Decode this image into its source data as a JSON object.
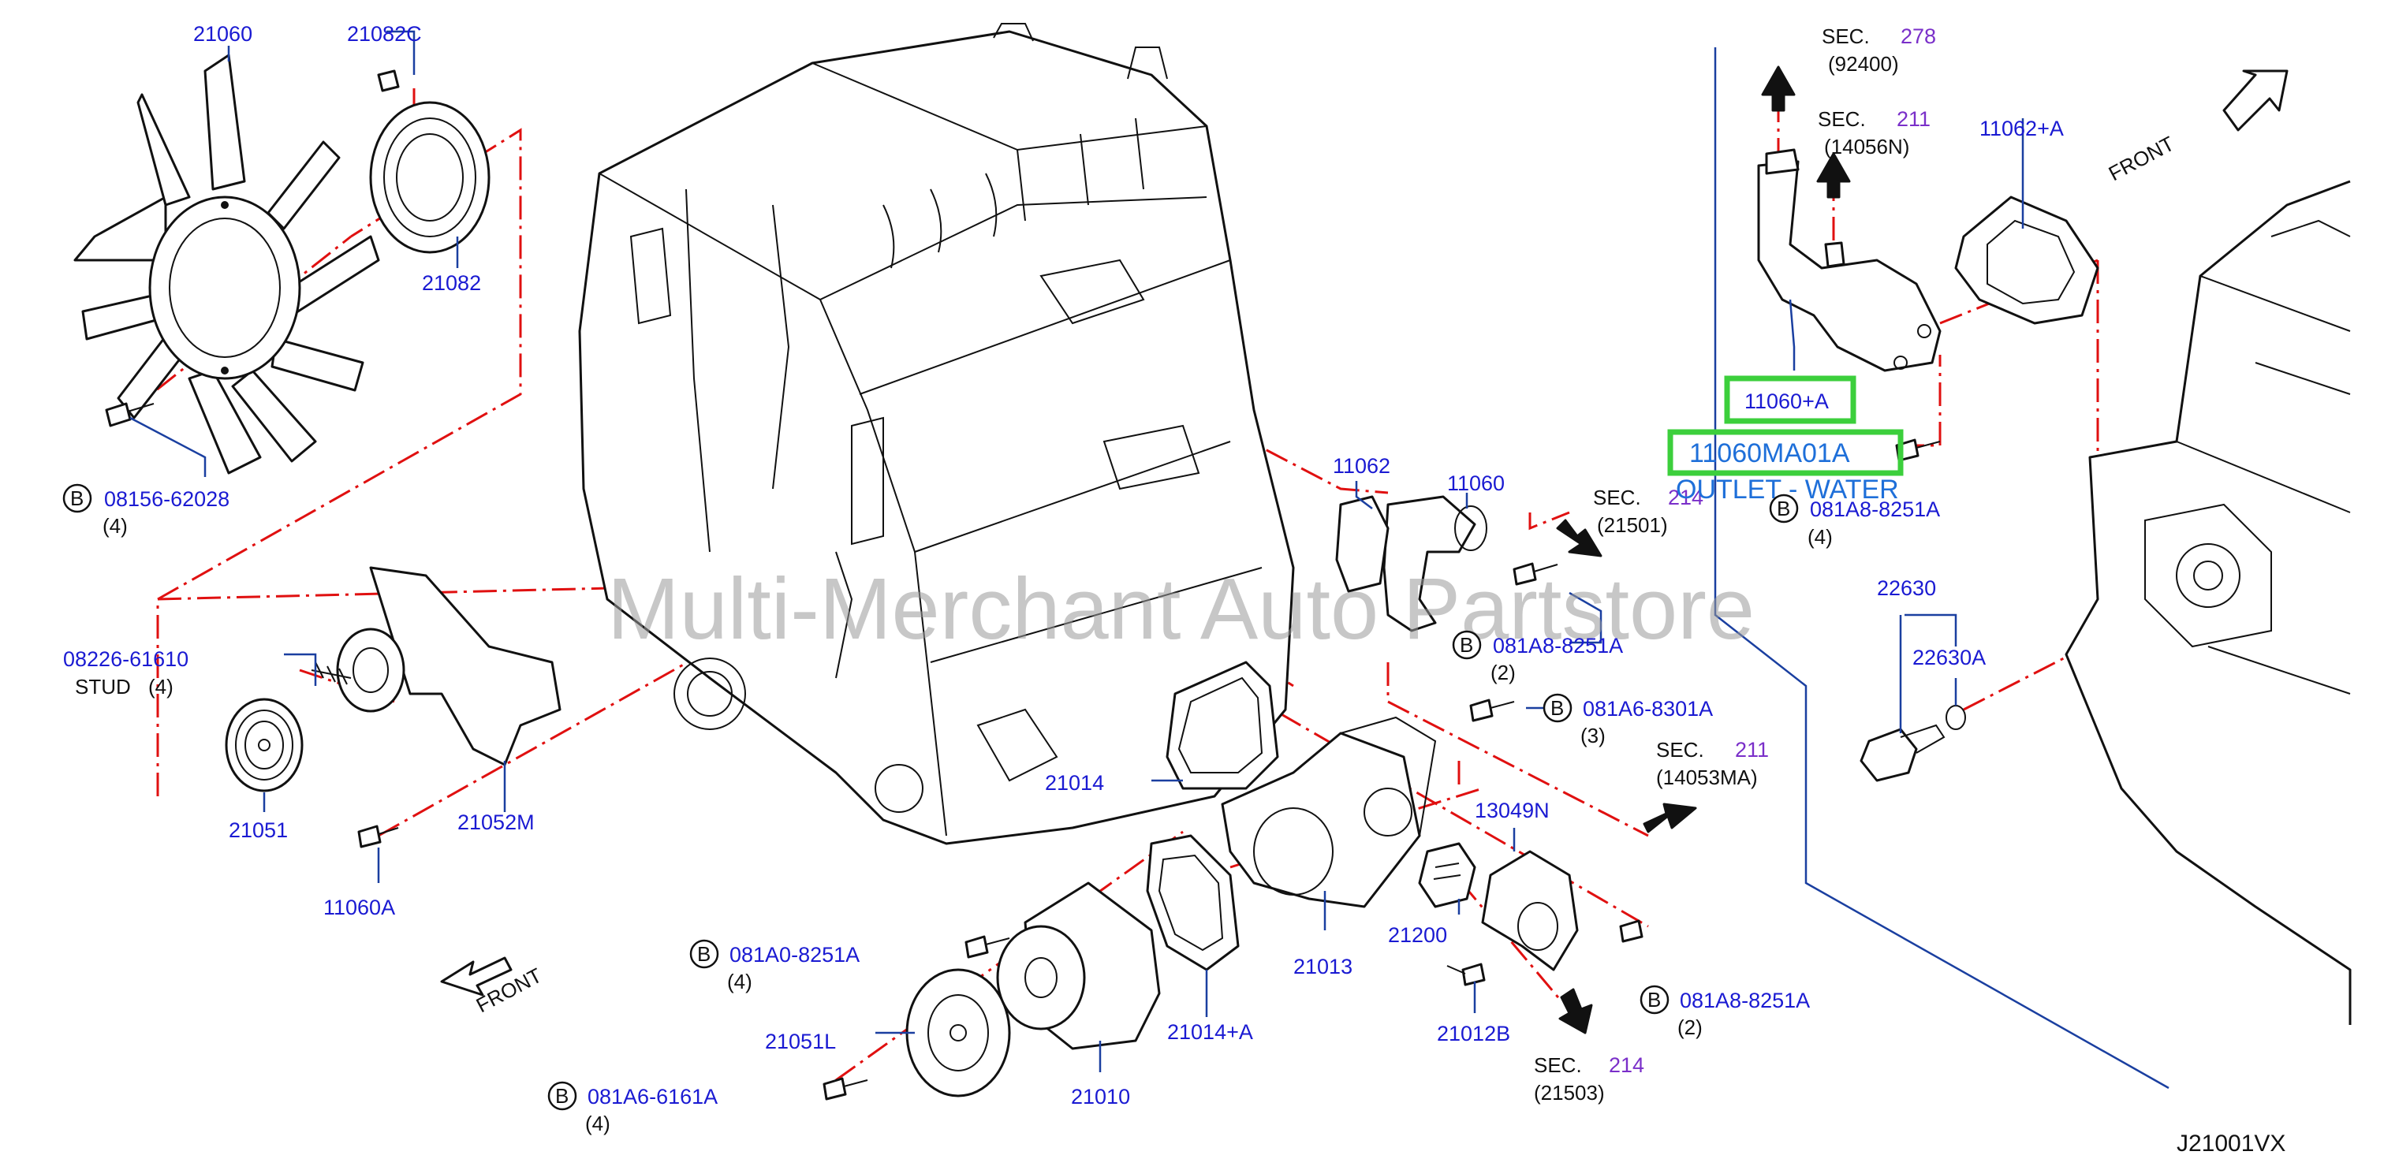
{
  "diagram": {
    "drawing_id": "J21001VX",
    "watermark": "Multi-Merchant Auto Partstore",
    "front_labels": [
      "FRONT",
      "FRONT"
    ],
    "bolt_marker": "B",
    "parts": {
      "p21060": "21060",
      "p21082C": "21082C",
      "p21082": "21082",
      "p08156": "08156-62028",
      "p08156_qty": "(4)",
      "p08226": "08226-61610",
      "stud": "STUD",
      "stud_qty": "(4)",
      "p21051": "21051",
      "p21052M": "21052M",
      "p11060A": "11060A",
      "p11062": "11062",
      "p11060": "11060",
      "p081A8_a": "081A8-8251A",
      "p081A8_a_qty": "(2)",
      "p081A6_8301": "081A6-8301A",
      "p081A6_8301_qty": "(3)",
      "p21014": "21014",
      "p13049N": "13049N",
      "p21200": "21200",
      "p21013": "21013",
      "p081A0": "081A0-8251A",
      "p081A0_qty": "(4)",
      "p21051L": "21051L",
      "p21014A": "21014+A",
      "p21010": "21010",
      "p081A6_6161": "081A6-6161A",
      "p081A6_6161_qty": "(4)",
      "p21012B": "21012B",
      "p081A8_b": "081A8-8251A",
      "p081A8_b_qty": "(2)",
      "p11062A": "11062+A",
      "p11060Aplus": "11060+A",
      "highlight": "11060MA01A",
      "highlight_desc": "OUTLET - WATER",
      "p081A8_c": "081A8-8251A",
      "p081A8_c_qty": "(4)",
      "p22630": "22630",
      "p22630A": "22630A"
    },
    "sections": {
      "s1_label": "SEC.",
      "s1_num": "278",
      "s1_ref": "(92400)",
      "s2_label": "SEC.",
      "s2_num": "211",
      "s2_ref": "(14056N)",
      "s3_label": "SEC.",
      "s3_num": "214",
      "s3_ref": "(21501)",
      "s4_label": "SEC.",
      "s4_num": "211",
      "s4_ref": "(14053MA)",
      "s5_label": "SEC.",
      "s5_num": "214",
      "s5_ref": "(21503)"
    },
    "colors": {
      "part_number": "#1a1ad2",
      "section_number": "#7a2fc9",
      "centerline": "#e01010",
      "highlight": "#3ccf3c",
      "leader": "#1a3fa0"
    }
  }
}
